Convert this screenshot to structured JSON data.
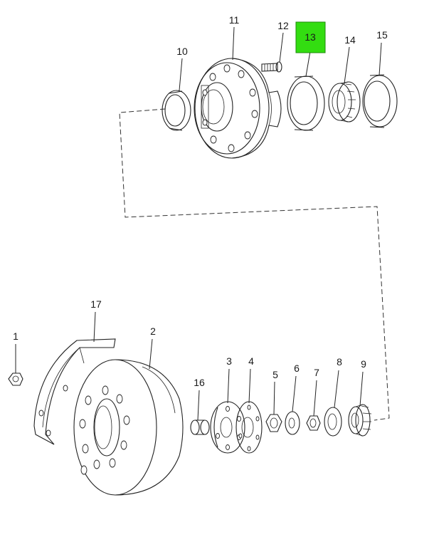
{
  "diagram": {
    "highlight_color": "#33dd11",
    "highlighted_callout": "13",
    "callouts": [
      {
        "id": "c1",
        "label": "1"
      },
      {
        "id": "c2",
        "label": "2"
      },
      {
        "id": "c3",
        "label": "3"
      },
      {
        "id": "c4",
        "label": "4"
      },
      {
        "id": "c5",
        "label": "5"
      },
      {
        "id": "c6",
        "label": "6"
      },
      {
        "id": "c7",
        "label": "7"
      },
      {
        "id": "c8",
        "label": "8"
      },
      {
        "id": "c9",
        "label": "9"
      },
      {
        "id": "c10",
        "label": "10"
      },
      {
        "id": "c11",
        "label": "11"
      },
      {
        "id": "c12",
        "label": "12"
      },
      {
        "id": "c13",
        "label": "13"
      },
      {
        "id": "c14",
        "label": "14"
      },
      {
        "id": "c15",
        "label": "15"
      },
      {
        "id": "c16",
        "label": "16"
      },
      {
        "id": "c17",
        "label": "17"
      }
    ]
  }
}
